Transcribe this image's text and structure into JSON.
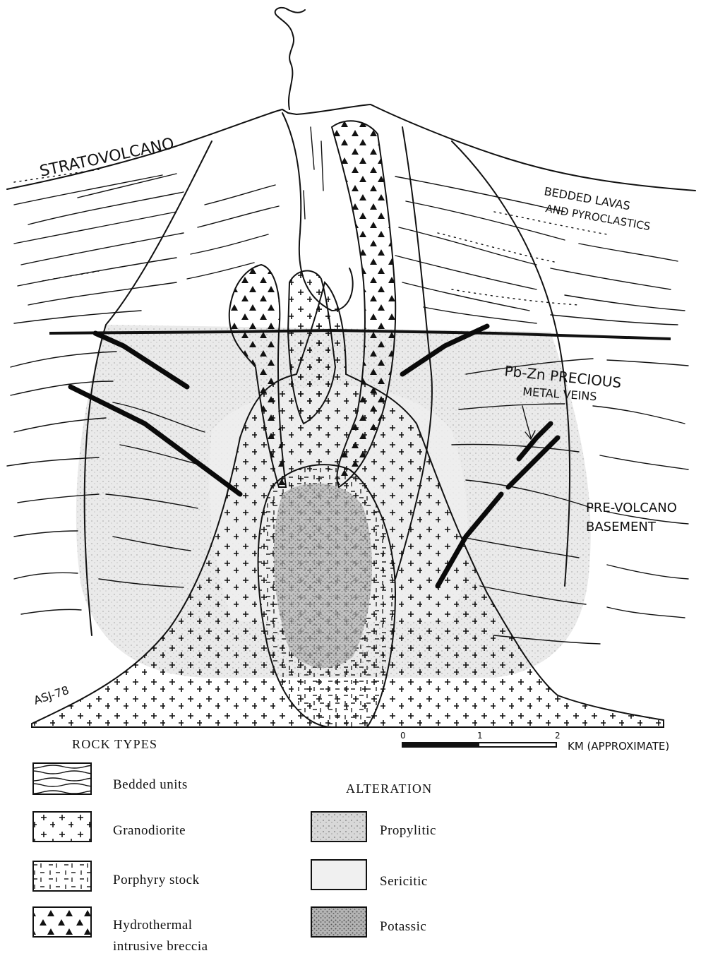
{
  "labels": {
    "stratovolcano": "STRATOVOLCANO",
    "bedded_lavas_1": "BEDDED LAVAS",
    "bedded_lavas_2": "AND PYROCLASTICS",
    "veins_1": "Pb-Zn PRECIOUS",
    "veins_2": "METAL VEINS",
    "basement_1": "PRE-VOLCANO",
    "basement_2": "BASEMENT",
    "signature": "ASJ-78"
  },
  "scale": {
    "ticks": [
      "0",
      "1",
      "2"
    ],
    "unit": "KM (APPROXIMATE)"
  },
  "legend": {
    "rock_types_title": "ROCK TYPES",
    "rock_types": [
      {
        "label": "Bedded units",
        "pattern": "bedded"
      },
      {
        "label": "Granodiorite",
        "pattern": "crosses"
      },
      {
        "label": "Porphyry stock",
        "pattern": "dashes"
      },
      {
        "label": "Hydrothermal",
        "label2": "intrusive breccia",
        "pattern": "triangles"
      }
    ],
    "alteration_title": "ALTERATION",
    "alteration": [
      {
        "label": "Propylitic",
        "shade": "#cfcfcf"
      },
      {
        "label": "Sericitic",
        "shade": "#ececec"
      },
      {
        "label": "Potassic",
        "shade": "#9a9a9a"
      }
    ]
  },
  "colors": {
    "ink": "#111111",
    "paper": "#ffffff"
  }
}
